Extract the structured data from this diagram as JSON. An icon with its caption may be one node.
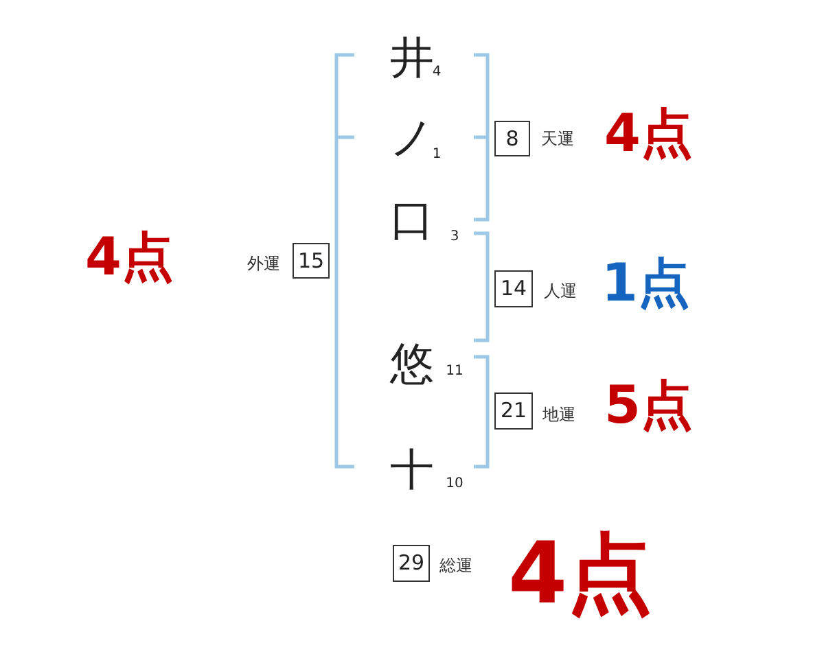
{
  "diagram": {
    "nodes": [
      {
        "text": [
          "8"
        ],
        "beside": [
          "天運",
          "4点"
        ]
      },
      {
        "text": [
          "15"
        ],
        "beside": [
          "外運",
          "4点"
        ]
      },
      {
        "text": [
          "14"
        ],
        "beside": [
          "人運",
          "1点"
        ]
      },
      {
        "text": [
          "21"
        ],
        "beside": [
          "地運",
          "5点"
        ]
      },
      {
        "text": [
          "29"
        ],
        "beside": [
          "総運",
          "4点"
        ]
      }
    ],
    "labels": [
      "井",
      "4",
      "ノ",
      "1",
      "口",
      "3",
      "悠",
      "11",
      "十",
      "10"
    ]
  }
}
